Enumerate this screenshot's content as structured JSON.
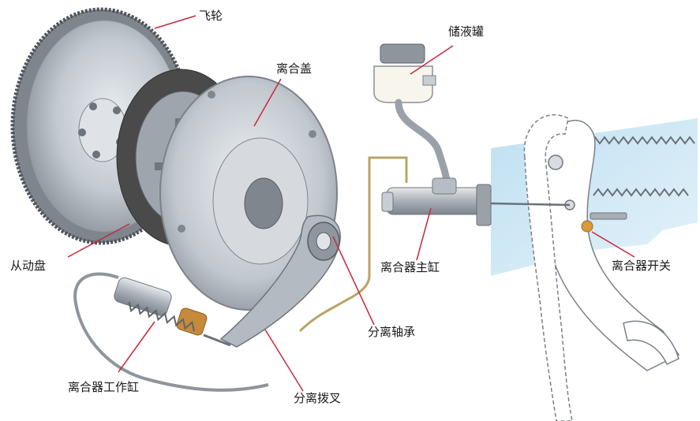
{
  "labels": {
    "flywheel": "飞轮",
    "clutch_cover": "离合盖",
    "reservoir": "储液罐",
    "driven_disc": "从动盘",
    "master_cylinder": "离合器主缸",
    "clutch_switch": "离合器开关",
    "release_bearing": "分离轴承",
    "slave_cylinder": "离合器工作缸",
    "release_fork": "分离拨叉"
  },
  "colors": {
    "leader_line": "#c8283c",
    "metal": "#b9bfc7",
    "pedal_panel": "#cfe7f4",
    "friction": "#4a4a4a",
    "bronze": "#c58a3a"
  }
}
